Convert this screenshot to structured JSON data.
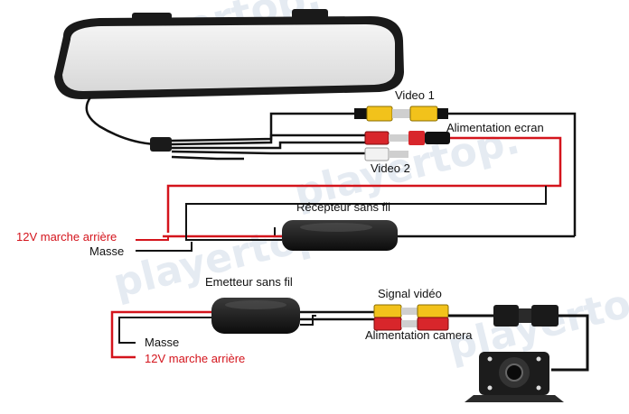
{
  "watermark": {
    "text": "playertop.",
    "color": "#c7d3e3"
  },
  "labels": {
    "video1": "Video 1",
    "alimentation_ecran": "Alimentation ecran",
    "video2": "Video 2",
    "recepteur": "Récepteur sans fil",
    "top_12v": "12V marche arrière",
    "top_masse": "Masse",
    "emetteur": "Emetteur sans fil",
    "signal_video": "Signal vidéo",
    "alimentation_camera": "Alimentation camera",
    "bottom_masse": "Masse",
    "bottom_12v": "12V marche arrière"
  },
  "colors": {
    "wire_black": "#111111",
    "wire_red": "#d4141c",
    "rca_yellow": "#f2c21b",
    "rca_red": "#d8262b",
    "rca_white": "#f2f2f2"
  },
  "icons": {
    "mirror": "rearview-mirror-monitor",
    "receiver": "wireless-receiver-module",
    "transmitter": "wireless-transmitter-module",
    "camera": "reversing-camera"
  }
}
